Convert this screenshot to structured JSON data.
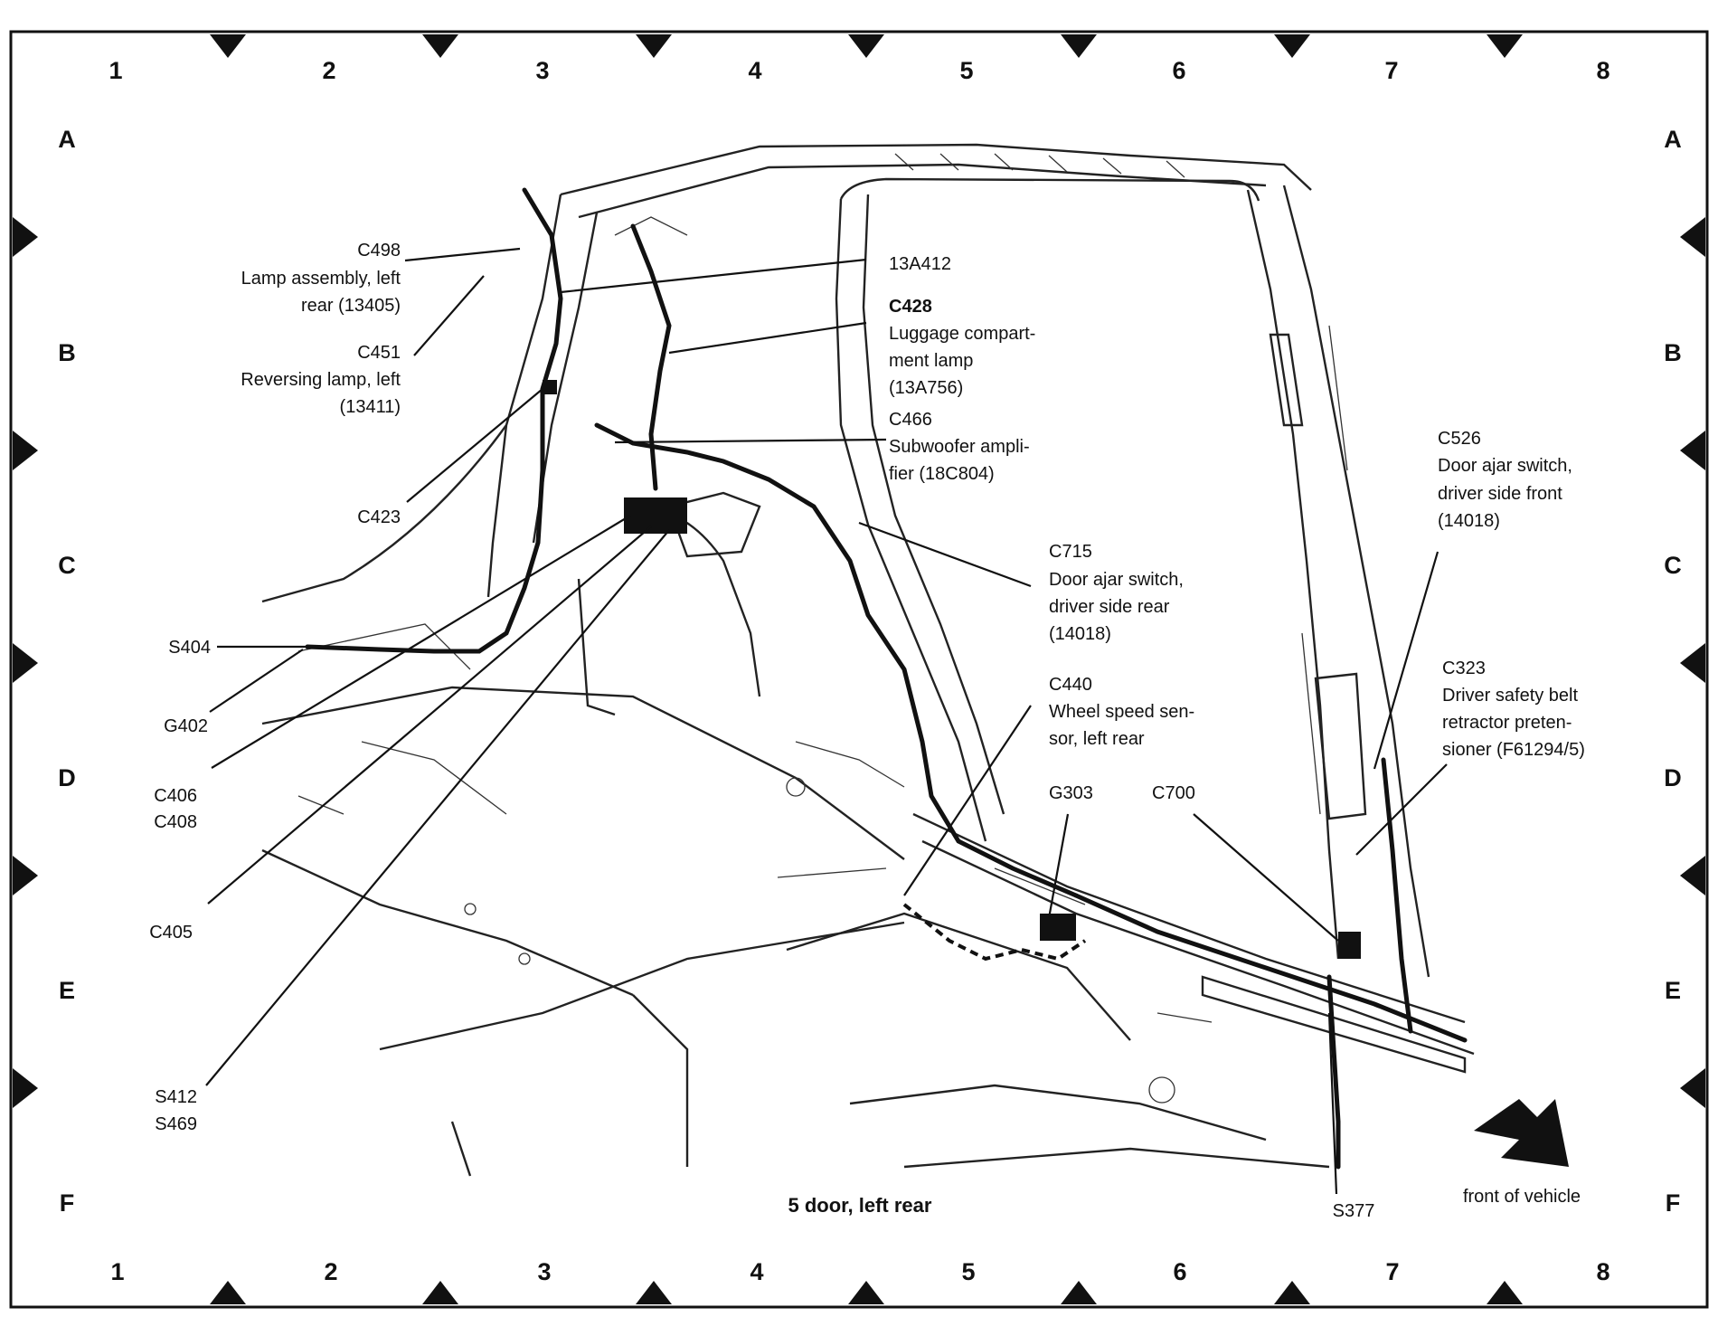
{
  "diagram": {
    "title": "5 door, left rear",
    "grid": {
      "columns": [
        "1",
        "2",
        "3",
        "4",
        "5",
        "6",
        "7",
        "8"
      ],
      "rows": [
        "A",
        "B",
        "C",
        "D",
        "E",
        "F"
      ]
    },
    "direction_label": "front of vehicle",
    "callouts": {
      "c498": {
        "code": "C498",
        "lines": [
          "Lamp assembly, left",
          "rear (13405)"
        ]
      },
      "c451": {
        "code": "C451",
        "lines": [
          "Reversing lamp, left",
          "(13411)"
        ]
      },
      "c423": {
        "code": "C423"
      },
      "s404": {
        "code": "S404"
      },
      "g402": {
        "code": "G402"
      },
      "c406": {
        "code": "C406"
      },
      "c408": {
        "code": "C408"
      },
      "c405": {
        "code": "C405"
      },
      "s412": {
        "code": "S412"
      },
      "s469": {
        "code": "S469"
      },
      "p13a412": {
        "code": "13A412"
      },
      "c428": {
        "code": "C428",
        "lines": [
          "Luggage compart-",
          "ment lamp",
          "(13A756)"
        ]
      },
      "c466": {
        "code": "C466",
        "lines": [
          "Subwoofer ampli-",
          "fier (18C804)"
        ]
      },
      "c715": {
        "code": "C715",
        "lines": [
          "Door ajar switch,",
          "driver side rear",
          "(14018)"
        ]
      },
      "c440": {
        "code": "C440",
        "lines": [
          "Wheel speed sen-",
          "sor, left rear"
        ]
      },
      "g303": {
        "code": "G303"
      },
      "c700": {
        "code": "C700"
      },
      "c526": {
        "code": "C526",
        "lines": [
          "Door ajar switch,",
          "driver side front",
          "(14018)"
        ]
      },
      "c323": {
        "code": "C323",
        "lines": [
          "Driver safety belt",
          "retractor preten-",
          "sioner (F61294/5)"
        ]
      },
      "s377": {
        "code": "S377"
      }
    }
  }
}
